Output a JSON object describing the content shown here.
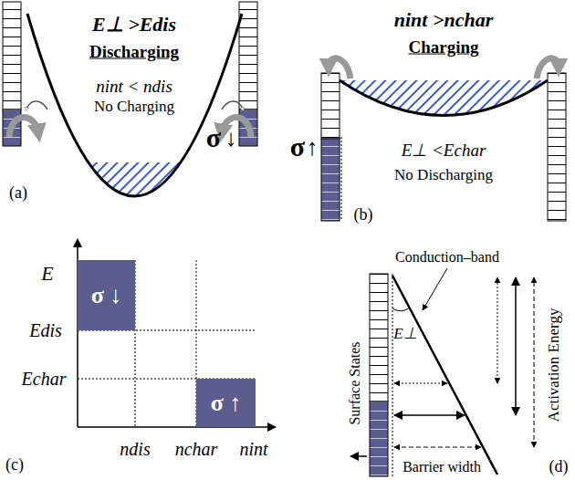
{
  "diagram": {
    "nodes": [
      {
        "text": [
          "σ ↓"
        ]
      },
      {
        "text": [
          "σ ↑"
        ]
      }
    ],
    "labels": [
      "E⊥ >Edis",
      "Discharging",
      "nint < ndis",
      "No Charging",
      "σ",
      "↓",
      "(a)",
      "nint >nchar",
      "Charging",
      "σ",
      "↑",
      "E⊥ <Echar",
      "No Discharging",
      "(b)",
      "E",
      "Edis",
      "Echar",
      "ndis",
      "nchar",
      "nint",
      "(c)",
      "Conduction–band",
      "E⊥",
      "Activation Energy",
      "Surface States",
      "Barrier width",
      "(d)"
    ]
  }
}
